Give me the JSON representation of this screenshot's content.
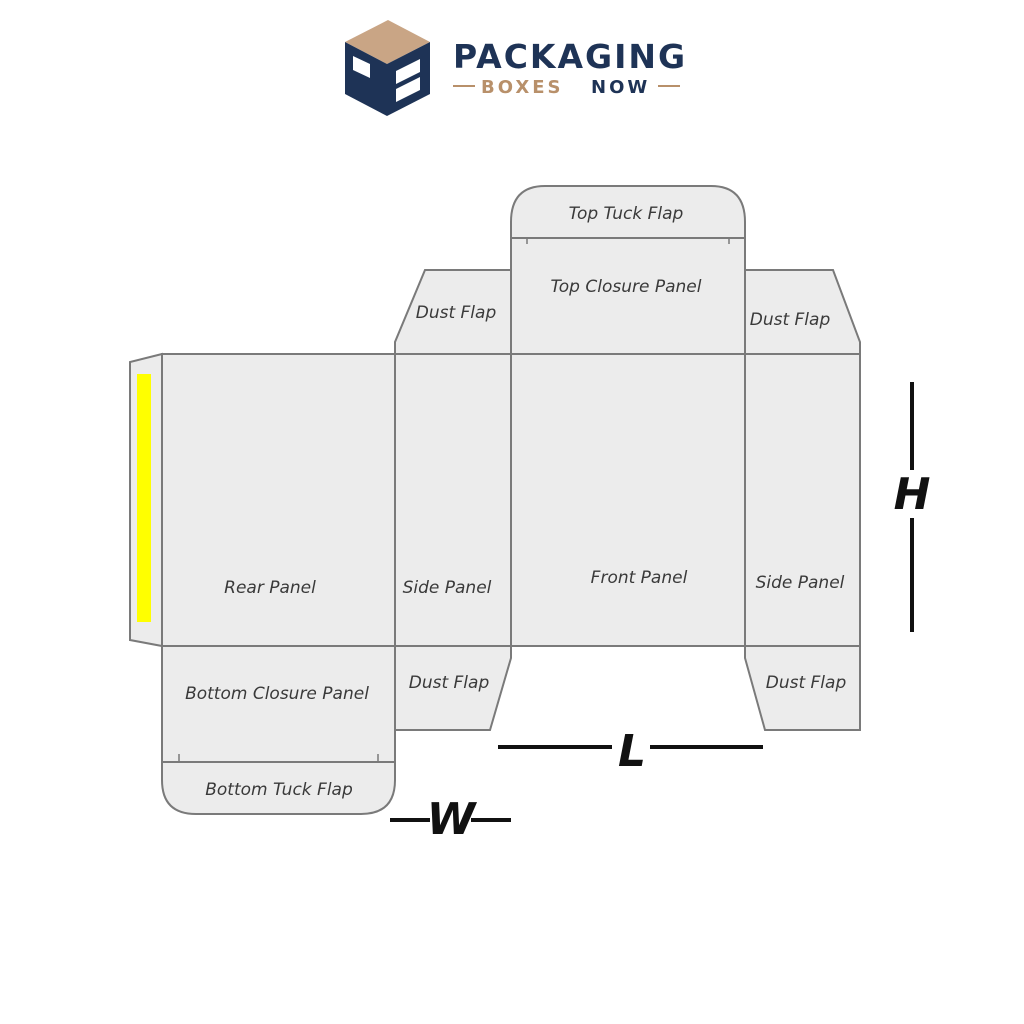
{
  "logo": {
    "line1": "PACKAGING",
    "line2_part1": "BOXES",
    "line2_part2": "NOW",
    "colors": {
      "navy": "#1e3356",
      "tan": "#b8906a",
      "light_tan": "#c9a585"
    }
  },
  "panels": {
    "top_tuck_flap": "Top Tuck Flap",
    "top_closure_panel": "Top Closure Panel",
    "dust_flap_top_left": "Dust Flap",
    "dust_flap_top_right": "Dust Flap",
    "rear_panel": "Rear Panel",
    "side_panel_left": "Side Panel",
    "front_panel": "Front Panel",
    "side_panel_right": "Side Panel",
    "bottom_closure_panel": "Bottom Closure Panel",
    "bottom_tuck_flap": "Bottom Tuck Flap",
    "dust_flap_bottom_left": "Dust Flap",
    "dust_flap_bottom_right": "Dust Flap"
  },
  "dimensions": {
    "height": "H",
    "length": "L",
    "width": "W"
  },
  "colors": {
    "panel_fill": "#ececec",
    "outline": "#7a7a7a",
    "glue_strip": "#ffff00"
  }
}
